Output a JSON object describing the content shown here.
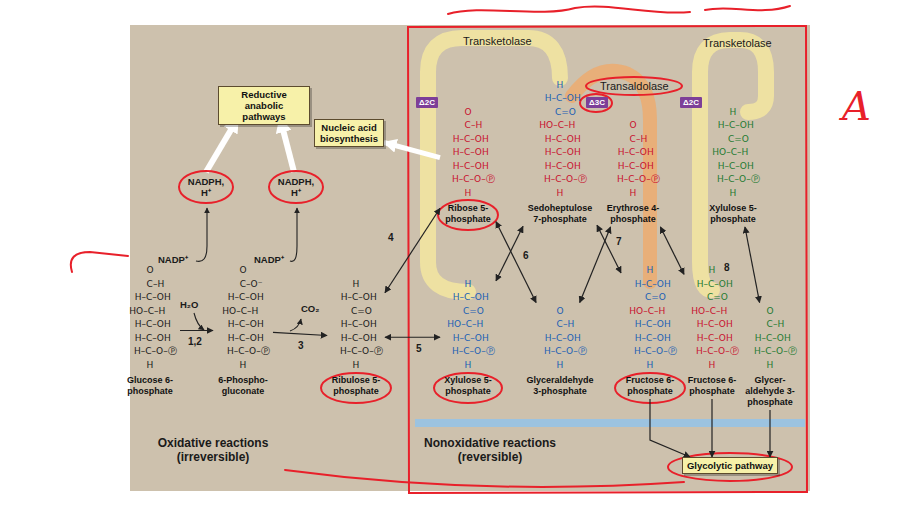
{
  "diagram": {
    "nodes": [
      {
        "text": [
          "Reductive anabolic pathways"
        ]
      },
      {
        "text": [
          "Nucleic acid biosynthesis"
        ]
      },
      {
        "text": [
          "Δ2C"
        ]
      },
      {
        "text": [
          "O",
          "C–H",
          "H–C–OH",
          "H–C–OH",
          "H–C–OH",
          "H–C–O–Ⓟ",
          "H",
          "Ribose 5-phosphate"
        ]
      },
      {
        "text": [
          "H",
          "H–C–OH",
          "C=O",
          "HO–C–H",
          "H–C–OH",
          "H–C–OH",
          "H–C–OH",
          "H–C–O–Ⓟ",
          "H",
          "Sedoheptulose 7-phosphate"
        ]
      },
      {
        "text": [
          "Δ3C"
        ]
      },
      {
        "text": [
          "O",
          "C–H",
          "H–C–OH",
          "H–C–OH",
          "H–C–O–Ⓟ",
          "H",
          "Erythrose 4-phosphate"
        ]
      },
      {
        "text": [
          "Δ2C"
        ]
      },
      {
        "text": [
          "H",
          "H–C–OH",
          "C=O",
          "HO–C–H",
          "H–C–OH",
          "H–C–O–Ⓟ",
          "H",
          "Xylulose 5-phosphate"
        ]
      },
      {
        "text": [
          "O",
          "C–H",
          "H–C–OH",
          "HO–C–H",
          "H–C–OH",
          "H–C–OH",
          "H–C–O–Ⓟ",
          "H",
          "Glucose 6-phosphate"
        ]
      },
      {
        "text": [
          "O",
          "C–O⁻",
          "H–C–OH",
          "HO–C–H",
          "H–C–OH",
          "H–C–OH",
          "H–C–O–Ⓟ",
          "H",
          "6-Phospho-gluconate"
        ]
      },
      {
        "text": [
          "H",
          "H–C–OH",
          "C=O",
          "H–C–OH",
          "H–C–OH",
          "H–C–O–Ⓟ",
          "H",
          "Ribulose 5-phosphate"
        ]
      },
      {
        "text": [
          "H",
          "H–C–OH",
          "C=O",
          "HO–C–H",
          "H–C–OH",
          "H–C–O–Ⓟ",
          "H",
          "Xylulose 5-phosphate"
        ]
      },
      {
        "text": [
          "O",
          "C–H",
          "H–C–OH",
          "H–C–O–Ⓟ",
          "H",
          "Glyceraldehyde 3-phosphate"
        ]
      },
      {
        "text": [
          "H",
          "H–C–OH",
          "C=O",
          "HO–C–H",
          "H–C–OH",
          "H–C–OH",
          "H–C–O–Ⓟ",
          "H",
          "Fructose 6-phosphate"
        ]
      },
      {
        "text": [
          "H",
          "H–C–OH",
          "C=O",
          "HO–C–H",
          "H–C–OH",
          "H–C–OH",
          "H–C–O–Ⓟ",
          "H",
          "Fructose 6-phosphate"
        ]
      },
      {
        "text": [
          "O",
          "C–H",
          "H–C–OH",
          "H–C–O–Ⓟ",
          "H",
          "Glycer-aldehyde 3-phosphate"
        ]
      },
      {
        "text": [
          "Glycolytic pathway"
        ]
      }
    ],
    "edges": [
      {
        "from": 9,
        "to": 10,
        "arrow": "to"
      },
      {
        "from": 10,
        "to": 11,
        "arrow": "to"
      },
      {
        "from": 11,
        "to": 12,
        "arrow": "both"
      },
      {
        "from": 11,
        "to": 3,
        "arrow": "both"
      },
      {
        "from": 3,
        "to": 1,
        "arrow": "to"
      },
      {
        "from": 3,
        "to": 13,
        "arrow": "both"
      },
      {
        "from": 12,
        "to": 4,
        "arrow": "both"
      },
      {
        "from": 4,
        "to": 14,
        "arrow": "both"
      },
      {
        "from": 13,
        "to": 6,
        "arrow": "both"
      },
      {
        "from": 6,
        "to": 15,
        "arrow": "both"
      },
      {
        "from": 8,
        "to": 16,
        "arrow": "both"
      },
      {
        "from": 14,
        "to": 17,
        "arrow": "to"
      },
      {
        "from": 15,
        "to": 17,
        "arrow": "to"
      },
      {
        "from": 16,
        "to": 17,
        "arrow": "to"
      }
    ],
    "labels": [
      "Transketolase",
      "Transketolase",
      "Transaldolase",
      "A",
      "NADPH, H⁺",
      "NADPH, H⁺",
      "4",
      "NADP⁺",
      "NADP⁺",
      "6",
      "7",
      "8",
      "H₂O",
      "CO₂",
      "1,2",
      "3",
      "5",
      "Oxidative reactions (irreversible)",
      "Nonoxidative reactions (reversible)"
    ]
  }
}
